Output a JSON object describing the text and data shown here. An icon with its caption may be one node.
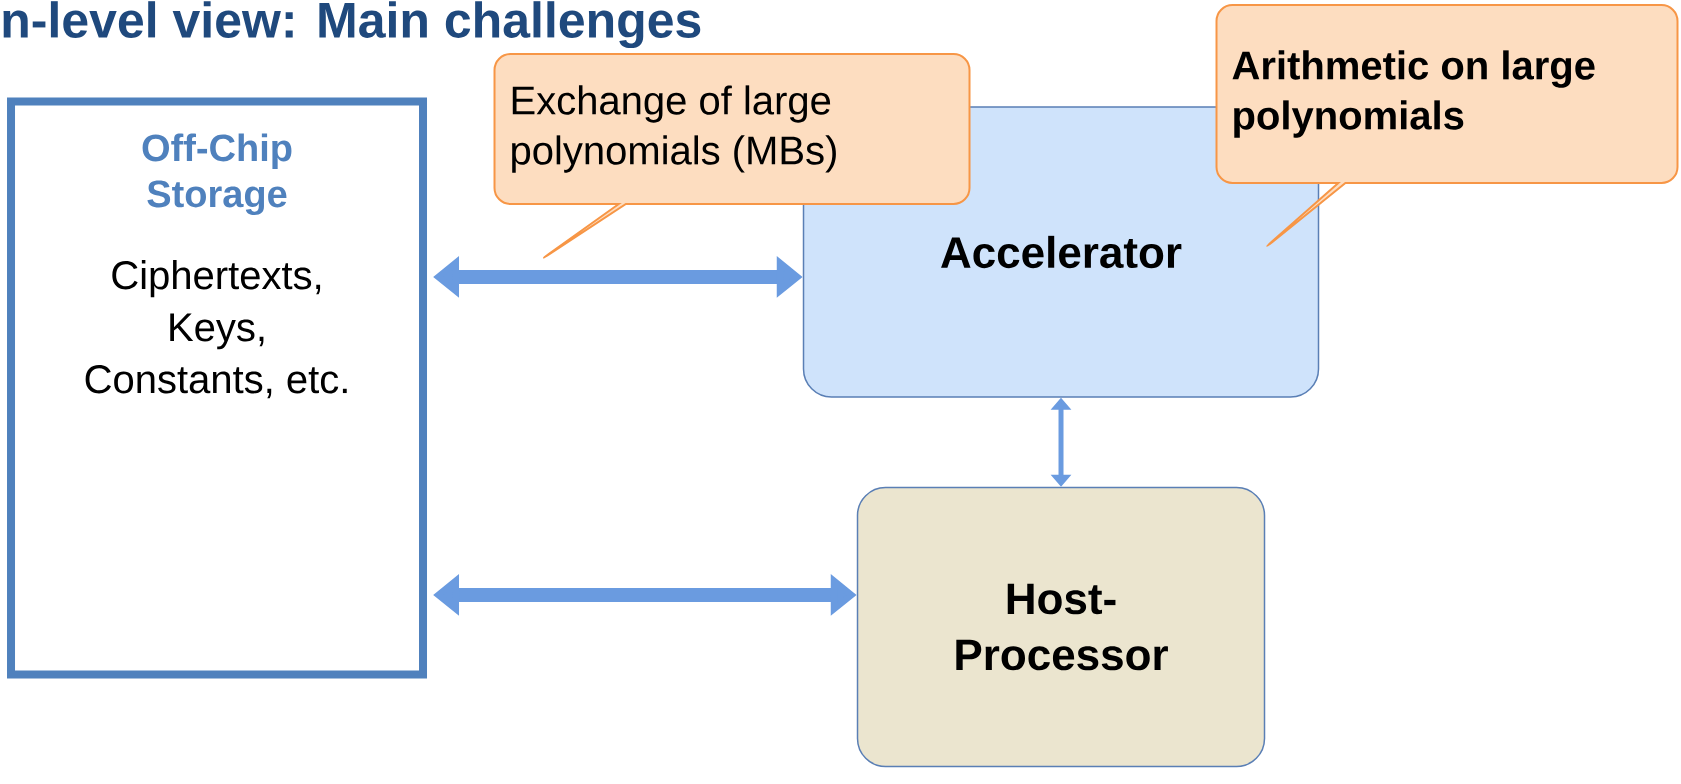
{
  "diagram": {
    "title": "n-level view: Main challenges",
    "nodes": [
      {
        "text": [
          "Off-Chip Storage",
          "Ciphertexts, Keys, Constants, etc."
        ]
      },
      {
        "text": [
          "Exchange of large polynomials (MBs)"
        ]
      },
      {
        "text": [
          "Accelerator"
        ]
      },
      {
        "text": [
          "Host-Processor"
        ]
      },
      {
        "text": [
          "Arithmetic on large polynomials"
        ]
      }
    ],
    "edges": [
      {
        "from": 0,
        "to": 2,
        "arrow": "both"
      },
      {
        "from": 2,
        "to": 3,
        "arrow": "both"
      },
      {
        "from": 0,
        "to": 3,
        "arrow": "both"
      }
    ]
  }
}
